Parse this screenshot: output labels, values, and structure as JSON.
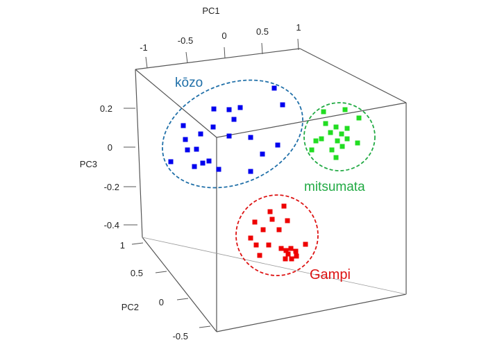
{
  "chart_data": {
    "type": "scatter",
    "axes": {
      "x": {
        "label": "PC1",
        "ticks": [
          "-1",
          "-0.5",
          "0",
          "0.5",
          "1"
        ]
      },
      "z": {
        "label": "PC3",
        "ticks": [
          "0.2",
          "0",
          "-0.2",
          "-0.4"
        ]
      },
      "y": {
        "label": "PC2",
        "ticks": [
          "1",
          "0.5",
          "0",
          "-0.5"
        ]
      }
    },
    "groups": [
      {
        "label": "kōzo",
        "color": "#0000ee",
        "ringColor": "#1f6fa8"
      },
      {
        "label": "mitsumata",
        "color": "#22dd22",
        "ringColor": "#22aa44"
      },
      {
        "label": "Gampi",
        "color": "#ee0000",
        "ringColor": "#dd1111"
      }
    ]
  }
}
